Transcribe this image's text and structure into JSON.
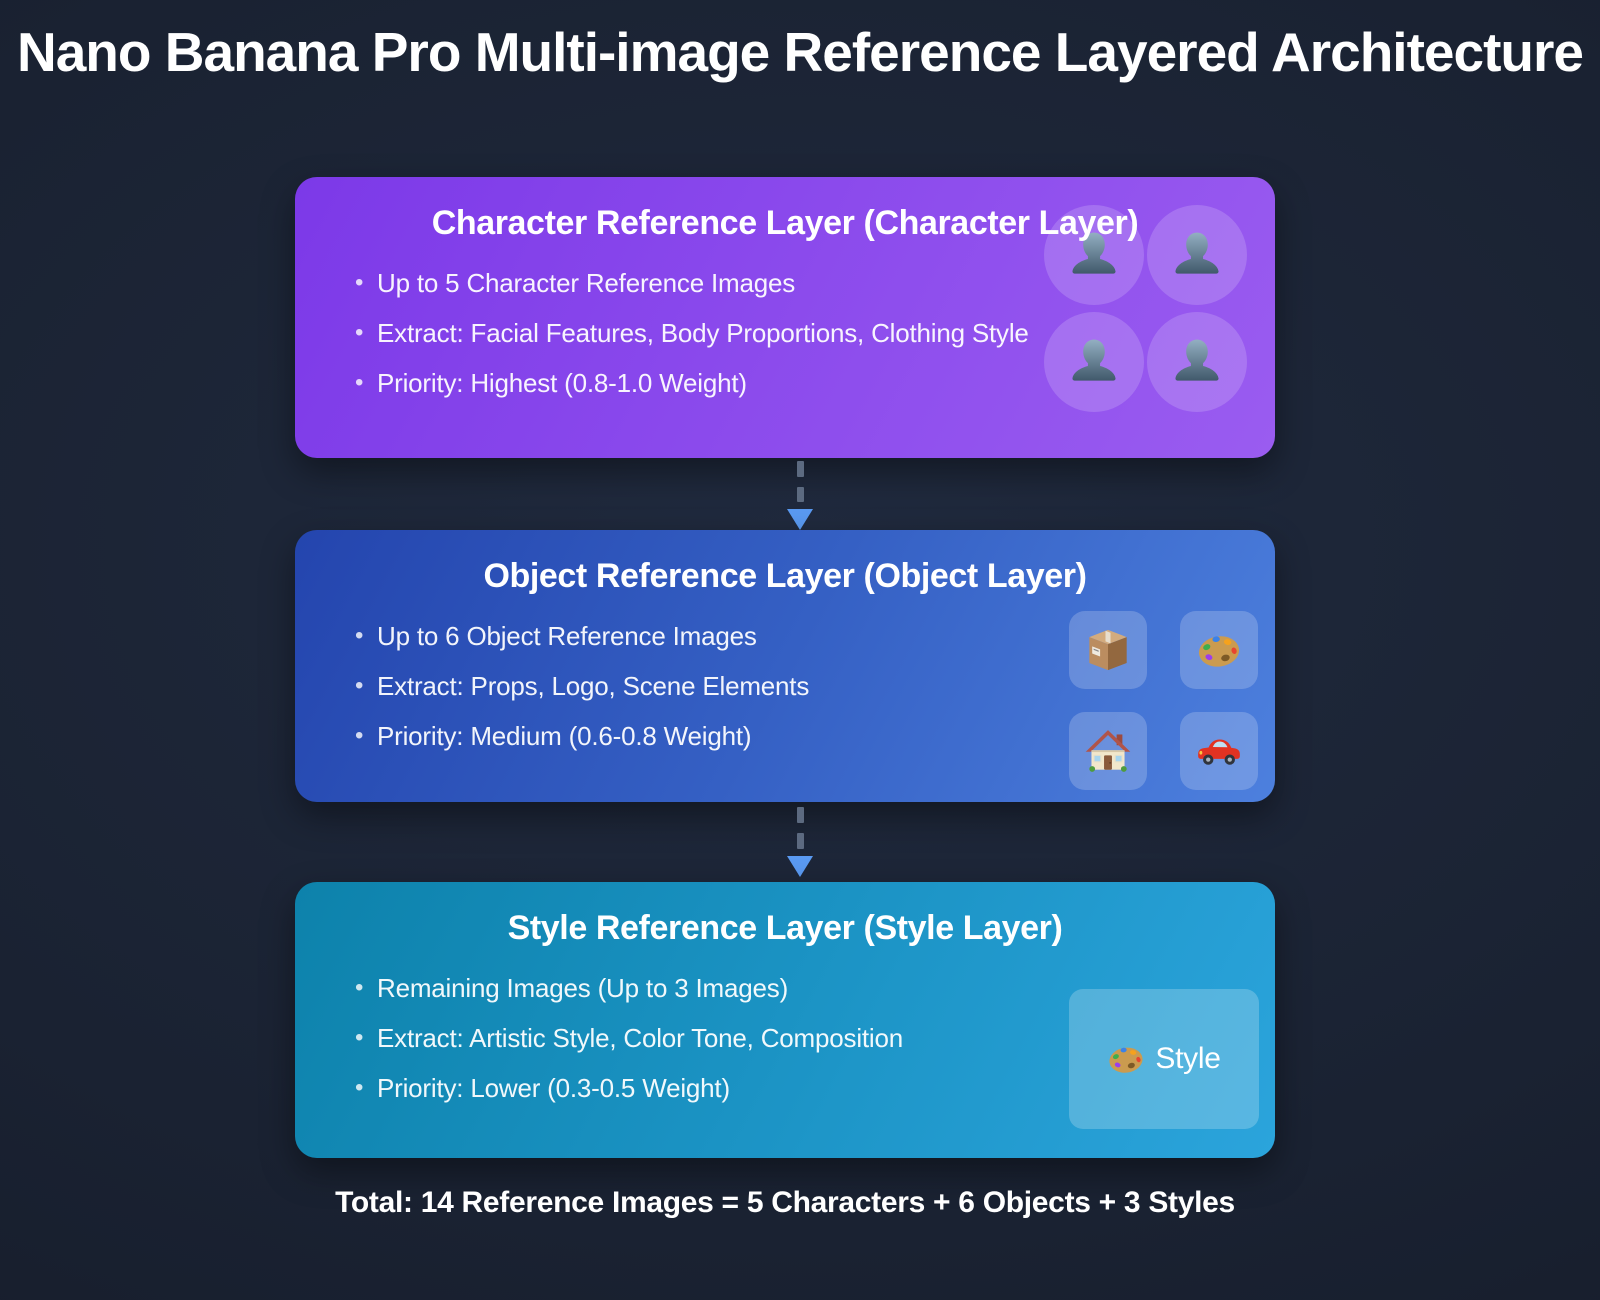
{
  "page_title": "Nano Banana Pro Multi-image Reference Layered Architecture",
  "layers": [
    {
      "id": "character",
      "title": "Character Reference Layer (Character Layer)",
      "bullets": [
        "Up to 5 Character Reference Images",
        "Extract: Facial Features, Body Proportions, Clothing Style",
        "Priority: Highest (0.8-1.0 Weight)"
      ],
      "icons": [
        "person",
        "person",
        "person",
        "person"
      ],
      "accent": "#8a49ec"
    },
    {
      "id": "object",
      "title": "Object Reference Layer (Object Layer)",
      "bullets": [
        "Up to 6 Object Reference Images",
        "Extract: Props, Logo, Scene Elements",
        "Priority: Medium (0.6-0.8 Weight)"
      ],
      "icons": [
        "package",
        "palette",
        "house",
        "car"
      ],
      "accent": "#3560c4"
    },
    {
      "id": "style",
      "title": "Style Reference Layer (Style Layer)",
      "bullets": [
        "Remaining Images (Up to 3 Images)",
        "Extract: Artistic Style, Color Tone, Composition",
        "Priority: Lower (0.3-0.5 Weight)"
      ],
      "icons": [
        "palette"
      ],
      "tile_label": "Style",
      "accent": "#1b93c4"
    }
  ],
  "footer": {
    "text": "Total: 14 Reference Images = 5 Characters + 6 Objects + 3 Styles"
  },
  "colors": {
    "background": "#1a2232",
    "card_character_gradient": [
      "#7c39e8",
      "#9a5cf0"
    ],
    "card_object_gradient": [
      "#2445ae",
      "#4d80de"
    ],
    "card_style_gradient": [
      "#0d82ab",
      "#2ba4dc"
    ],
    "connector_dash": "#5c6a80",
    "connector_arrow": "#5a9af2",
    "title_text": "#ffffff"
  }
}
